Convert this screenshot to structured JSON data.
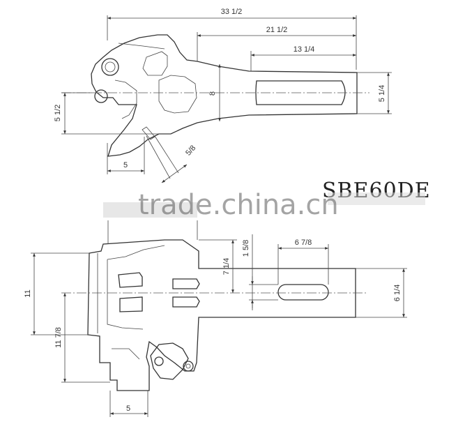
{
  "top_view": {
    "dims": {
      "overall_length": "33 1/2",
      "shank_length": "21 1/2",
      "slot_length": "13 1/4",
      "jaw_height": "8",
      "shank_height": "5 1/4",
      "pin_offset": "5 1/2",
      "knuckle_width": "5",
      "lock_width": "5/8"
    }
  },
  "side_view": {
    "dims": {
      "overall_height": "11",
      "lower_height": "11 7/8",
      "head_height": "7 1/4",
      "slot_width": "1 5/8",
      "slot_length": "6 7/8",
      "shank_height": "6 1/4",
      "knuckle_width": "5"
    }
  },
  "code_label": "SBE60DE",
  "watermark": "trade.china.cn",
  "colors": {
    "line": "#333333",
    "background": "#ffffff"
  }
}
